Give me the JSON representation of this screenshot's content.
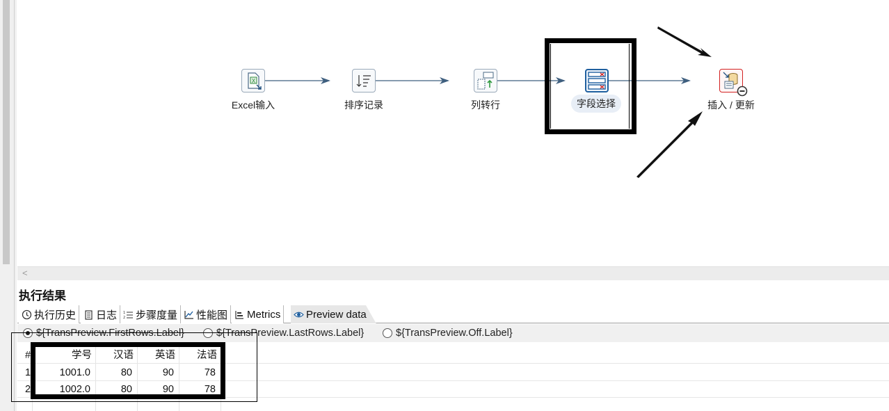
{
  "steps": [
    {
      "id": "excel-input",
      "label": "Excel输入"
    },
    {
      "id": "sort-rows",
      "label": "排序记录"
    },
    {
      "id": "row-normaliser",
      "label": "列转行"
    },
    {
      "id": "select-values",
      "label": "字段选择"
    },
    {
      "id": "insert-update",
      "label": "插入 / 更新"
    }
  ],
  "panel": {
    "title": "执行结果",
    "tabs": [
      {
        "label": "执行历史",
        "icon": "history-icon"
      },
      {
        "label": "日志",
        "icon": "log-icon"
      },
      {
        "label": "步骤度量",
        "icon": "step-metrics-icon"
      },
      {
        "label": "性能图",
        "icon": "performance-chart-icon"
      },
      {
        "label": "Metrics",
        "icon": "metrics-icon"
      },
      {
        "label": "Preview data",
        "icon": "eye-icon",
        "active": true
      }
    ],
    "radios": [
      {
        "label": "${TransPreview.FirstRows.Label}",
        "checked": true
      },
      {
        "label": "${TransPreview.LastRows.Label}",
        "checked": false
      },
      {
        "label": "${TransPreview.Off.Label}",
        "checked": false
      }
    ]
  },
  "table": {
    "index_header": "#",
    "headers": [
      "学号",
      "汉语",
      "英语",
      "法语"
    ],
    "rows": [
      {
        "index": "1",
        "cells": [
          "1001.0",
          "80",
          "90",
          "78"
        ]
      },
      {
        "index": "2",
        "cells": [
          "1002.0",
          "80",
          "90",
          "78"
        ]
      }
    ]
  },
  "colors": {
    "hop": "#3f5f7f",
    "accent": "#1f5f9f",
    "error": "#d22222"
  }
}
